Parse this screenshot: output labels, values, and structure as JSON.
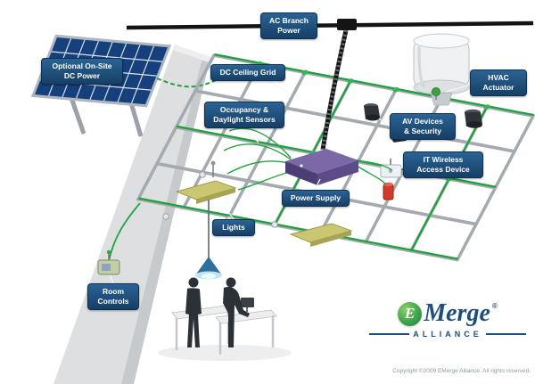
{
  "diagram": {
    "labels": {
      "ac_branch_power": {
        "line1": "AC Branch",
        "line2": "Power"
      },
      "optional_dc_power": {
        "line1": "Optional On-Site",
        "line2": "DC Power"
      },
      "dc_ceiling_grid": {
        "line1": "DC Ceiling Grid"
      },
      "hvac_actuator": {
        "line1": "HVAC",
        "line2": "Actuator"
      },
      "occupancy_daylight_sensors": {
        "line1": "Occupancy &",
        "line2": "Daylight Sensors"
      },
      "av_devices_security": {
        "line1": "AV Devices",
        "line2": "& Security"
      },
      "it_wireless_access": {
        "line1": "IT Wireless",
        "line2": "Access Device"
      },
      "power_supply": {
        "line1": "Power Supply"
      },
      "lights": {
        "line1": "Lights"
      },
      "room_controls": {
        "line1": "Room",
        "line2": "Controls"
      }
    },
    "logo": {
      "icon_letter": "E",
      "wordmark": "Merge",
      "registered": "®",
      "subtitle": "ALLIANCE"
    },
    "footer": {
      "copyright": "Copyright ©2009 EMerge Alliance. All rights reserved."
    },
    "scene_elements": [
      "solar-panel",
      "wall",
      "ceiling-grid",
      "dc-power-lines",
      "ac-power-line",
      "hvac-unit",
      "hvac-actuator-device",
      "speakers",
      "security-camera",
      "wireless-access-point",
      "fire-strobe",
      "power-supply-box",
      "light-panels",
      "pendant-light",
      "ceiling-sensors",
      "room-controls-device",
      "desks",
      "people"
    ],
    "colors": {
      "label_background": "#1c5380",
      "dc_line_green": "#1ea13c",
      "ac_line_black": "#141414",
      "grid_gray": "#a4aab0",
      "logo_navy": "#1d4e7e",
      "logo_green": "#3fa34d",
      "solar_blue": "#16407c",
      "power_supply_purple": "#7b68a6"
    }
  }
}
